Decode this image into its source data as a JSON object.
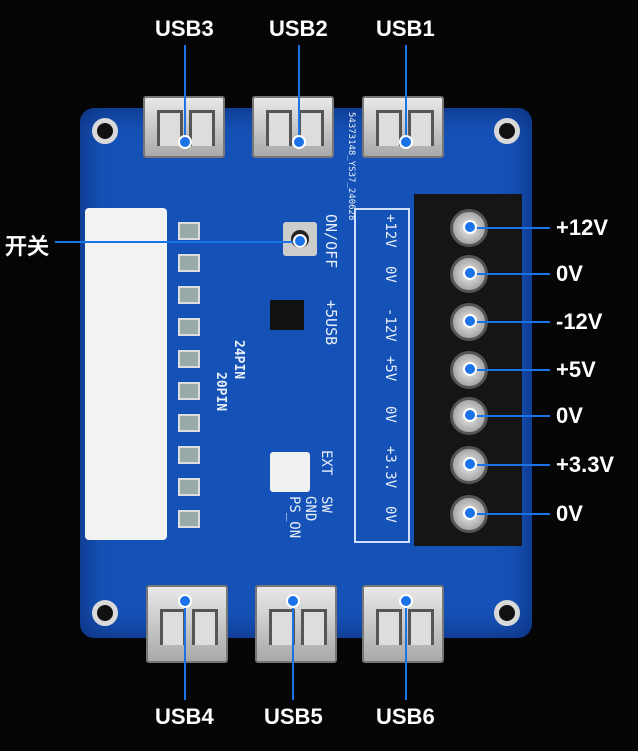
{
  "labels": {
    "usb_top": [
      "USB3",
      "USB2",
      "USB1"
    ],
    "usb_bottom": [
      "USB4",
      "USB5",
      "USB6"
    ],
    "switch": "开关",
    "terminals": [
      "+12V",
      "0V",
      "-12V",
      "+5V",
      "0V",
      "+3.3V",
      "0V"
    ]
  },
  "silkscreen": {
    "board_id": "54373148_YS37_240628",
    "button": "ON/OFF",
    "usb_power": "+5USB",
    "pin24": "24PIN",
    "pin20": "20PIN",
    "ext": "EXT",
    "ext_pins": [
      "SW",
      "GND",
      "PS_ON"
    ],
    "rails": [
      "+12V",
      "0V",
      "-12V",
      "+5V",
      "0V",
      "+3.3V",
      "0V"
    ]
  },
  "colors": {
    "board": "#1552b8",
    "callout": "#1a73e8"
  }
}
